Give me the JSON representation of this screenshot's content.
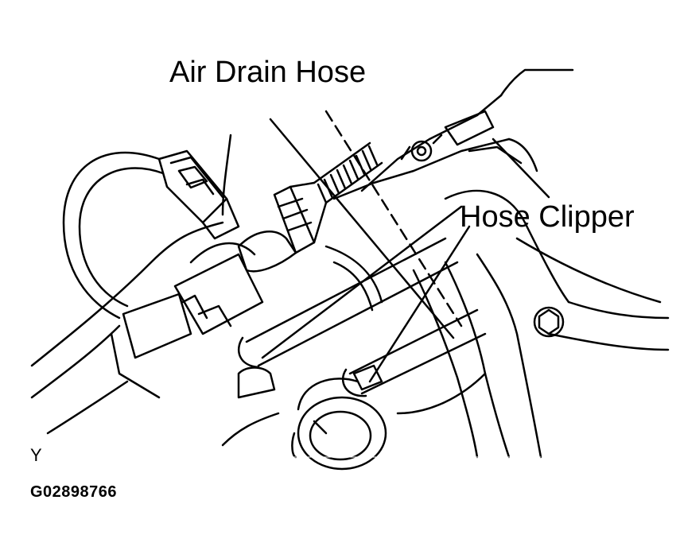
{
  "labels": {
    "air_drain_hose": "Air Drain Hose",
    "hose_clipper": "Hose Clipper",
    "view_marker": "Y",
    "figure_code": "G02898766"
  },
  "colors": {
    "ink": "#000000",
    "paper": "#ffffff"
  }
}
